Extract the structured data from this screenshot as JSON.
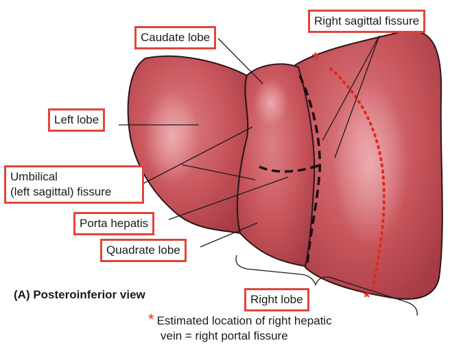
{
  "view_caption": "(A) Posteroinferior view",
  "labels": {
    "caudate_lobe": "Caudate lobe",
    "right_sagittal_fissure": "Right sagittal fissure",
    "left_lobe": "Left lobe",
    "umbilical_line1": "Umbilical",
    "umbilical_line2": "(left sagittal) fissure",
    "porta_hepatis": "Porta hepatis",
    "quadrate_lobe": "Quadrate lobe",
    "right_lobe": "Right lobe"
  },
  "asterisk_symbol": "*",
  "note": {
    "symbol": "*",
    "line1": "Estimated location of right hepatic",
    "line2": "vein = right portal fissure"
  },
  "colors": {
    "liver_fill": "#c8555c",
    "liver_dark": "#8e2a33",
    "label_border": "#e0453a",
    "portal_fissure": "#e0291c"
  }
}
